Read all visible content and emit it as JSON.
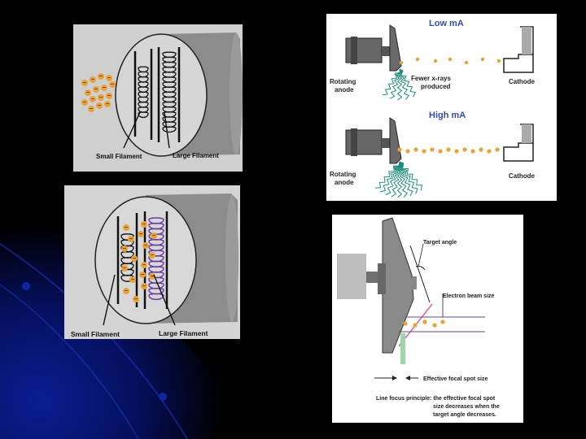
{
  "slide": {
    "background_color": "#000000",
    "accent_color": "#0a1f9a"
  },
  "filament_top": {
    "small_label": "Small Filament",
    "large_label": "Large Filament",
    "electron_symbol": "−",
    "electron_color": "#e8a238"
  },
  "filament_bottom": {
    "small_label": "Small Filament",
    "large_label": "Large Filament",
    "electron_symbol": "−",
    "electron_color": "#e8a238"
  },
  "ma_diagram": {
    "low_title": "Low mA",
    "high_title": "High mA",
    "low_anode_label_1": "Rotating",
    "low_anode_label_2": "anode",
    "low_cathode_label": "Cathode",
    "fewer_label_1": "Fewer x-rays",
    "fewer_label_2": "produced",
    "high_anode_label_1": "Rotating",
    "high_anode_label_2": "anode",
    "high_cathode_label": "Cathode",
    "title_color": "#2e4ea8"
  },
  "line_focus": {
    "target_angle_label": "Target angle",
    "beam_size_label": "Electron beam size",
    "focal_spot_label": "Effective focal spot size",
    "principle_line_1": "Line focus principle: the effective focal spot",
    "principle_line_2": "size decreases when the",
    "principle_line_3": "target angle decreases."
  }
}
